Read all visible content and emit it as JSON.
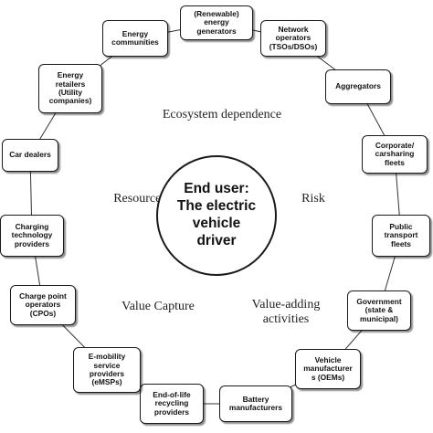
{
  "center": {
    "label": "End user:\nThe electric\nvehicle\ndriver"
  },
  "dimensions": {
    "ecosystem": "Ecosystem dependence",
    "resources": "Resources",
    "risk": "Risk",
    "value_capture": "Value Capture",
    "value_adding": "Value-adding\nactivities"
  },
  "actors": [
    {
      "label": "(Renewable)\nenergy\ngenerators"
    },
    {
      "label": "Network\noperators\n(TSOs/DSOs)"
    },
    {
      "label": "Aggregators"
    },
    {
      "label": "Corporate/\ncarsharing\nfleets"
    },
    {
      "label": "Public\ntransport\nfleets"
    },
    {
      "label": "Government\n(state &\nmunicipal)"
    },
    {
      "label": "Vehicle\nmanufacturer\ns (OEMs)"
    },
    {
      "label": "Battery\nmanufacturers"
    },
    {
      "label": "End-of-life\nrecycling\nproviders"
    },
    {
      "label": "E-mobility\nservice\nproviders\n(eMSPs)"
    },
    {
      "label": "Charge point\noperators\n(CPOs)"
    },
    {
      "label": "Charging\ntechnology\nproviders"
    },
    {
      "label": "Car dealers"
    },
    {
      "label": "Energy\nretailers\n(Utility\ncompanies)"
    },
    {
      "label": "Energy\ncommunities"
    }
  ]
}
